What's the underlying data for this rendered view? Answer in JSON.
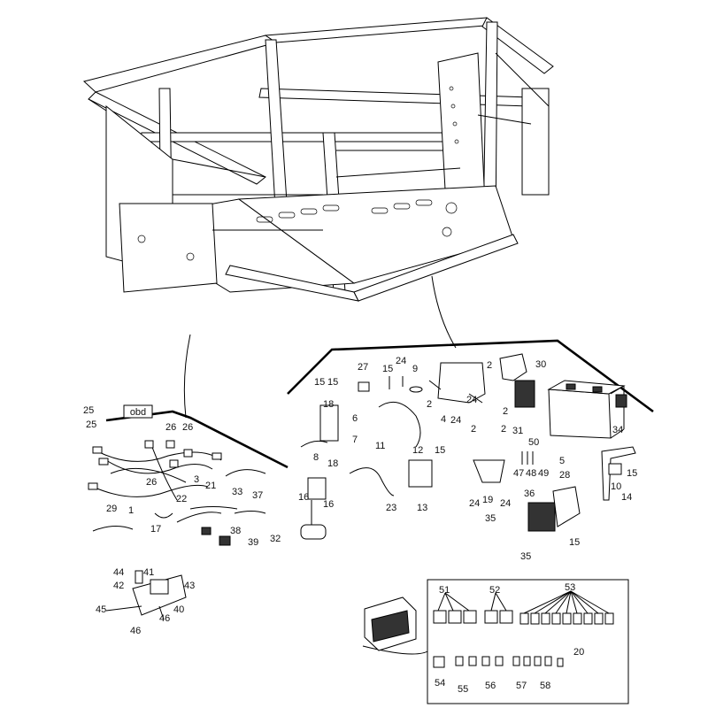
{
  "diagram": {
    "obd_label": "obd",
    "callouts": [
      {
        "id": "c1",
        "text": "1"
      },
      {
        "id": "c2a",
        "text": "2"
      },
      {
        "id": "c2b",
        "text": "2"
      },
      {
        "id": "c2c",
        "text": "2"
      },
      {
        "id": "c2d",
        "text": "2"
      },
      {
        "id": "c2e",
        "text": "2"
      },
      {
        "id": "c3",
        "text": "3"
      },
      {
        "id": "c4",
        "text": "4"
      },
      {
        "id": "c5",
        "text": "5"
      },
      {
        "id": "c6",
        "text": "6"
      },
      {
        "id": "c7",
        "text": "7"
      },
      {
        "id": "c8",
        "text": "8"
      },
      {
        "id": "c9",
        "text": "9"
      },
      {
        "id": "c10",
        "text": "10"
      },
      {
        "id": "c11",
        "text": "11"
      },
      {
        "id": "c12",
        "text": "12"
      },
      {
        "id": "c13",
        "text": "13"
      },
      {
        "id": "c14",
        "text": "14"
      },
      {
        "id": "c15a",
        "text": "15"
      },
      {
        "id": "c15b",
        "text": "15"
      },
      {
        "id": "c15c",
        "text": "15"
      },
      {
        "id": "c15d",
        "text": "15"
      },
      {
        "id": "c15e",
        "text": "15"
      },
      {
        "id": "c15f",
        "text": "15"
      },
      {
        "id": "c16a",
        "text": "16"
      },
      {
        "id": "c16b",
        "text": "16"
      },
      {
        "id": "c17",
        "text": "17"
      },
      {
        "id": "c18a",
        "text": "18"
      },
      {
        "id": "c18b",
        "text": "18"
      },
      {
        "id": "c19",
        "text": "19"
      },
      {
        "id": "c20",
        "text": "20"
      },
      {
        "id": "c21",
        "text": "21"
      },
      {
        "id": "c22",
        "text": "22"
      },
      {
        "id": "c23",
        "text": "23"
      },
      {
        "id": "c24a",
        "text": "24"
      },
      {
        "id": "c24b",
        "text": "24"
      },
      {
        "id": "c24c",
        "text": "24"
      },
      {
        "id": "c24d",
        "text": "24"
      },
      {
        "id": "c24e",
        "text": "24"
      },
      {
        "id": "c25a",
        "text": "25"
      },
      {
        "id": "c25b",
        "text": "25"
      },
      {
        "id": "c26a",
        "text": "26"
      },
      {
        "id": "c26b",
        "text": "26"
      },
      {
        "id": "c26c",
        "text": "26"
      },
      {
        "id": "c27",
        "text": "27"
      },
      {
        "id": "c28",
        "text": "28"
      },
      {
        "id": "c29",
        "text": "29"
      },
      {
        "id": "c30",
        "text": "30"
      },
      {
        "id": "c31",
        "text": "31"
      },
      {
        "id": "c32",
        "text": "32"
      },
      {
        "id": "c33",
        "text": "33"
      },
      {
        "id": "c34",
        "text": "34"
      },
      {
        "id": "c35a",
        "text": "35"
      },
      {
        "id": "c35b",
        "text": "35"
      },
      {
        "id": "c36",
        "text": "36"
      },
      {
        "id": "c37",
        "text": "37"
      },
      {
        "id": "c38",
        "text": "38"
      },
      {
        "id": "c39",
        "text": "39"
      },
      {
        "id": "c40",
        "text": "40"
      },
      {
        "id": "c41",
        "text": "41"
      },
      {
        "id": "c42",
        "text": "42"
      },
      {
        "id": "c43",
        "text": "43"
      },
      {
        "id": "c44",
        "text": "44"
      },
      {
        "id": "c45",
        "text": "45"
      },
      {
        "id": "c46a",
        "text": "46"
      },
      {
        "id": "c46b",
        "text": "46"
      },
      {
        "id": "c47",
        "text": "47"
      },
      {
        "id": "c48",
        "text": "48"
      },
      {
        "id": "c49",
        "text": "49"
      },
      {
        "id": "c50",
        "text": "50"
      },
      {
        "id": "c51",
        "text": "51"
      },
      {
        "id": "c52",
        "text": "52"
      },
      {
        "id": "c53",
        "text": "53"
      },
      {
        "id": "c54",
        "text": "54"
      },
      {
        "id": "c55",
        "text": "55"
      },
      {
        "id": "c56",
        "text": "56"
      },
      {
        "id": "c57",
        "text": "57"
      },
      {
        "id": "c58",
        "text": "58"
      }
    ]
  }
}
